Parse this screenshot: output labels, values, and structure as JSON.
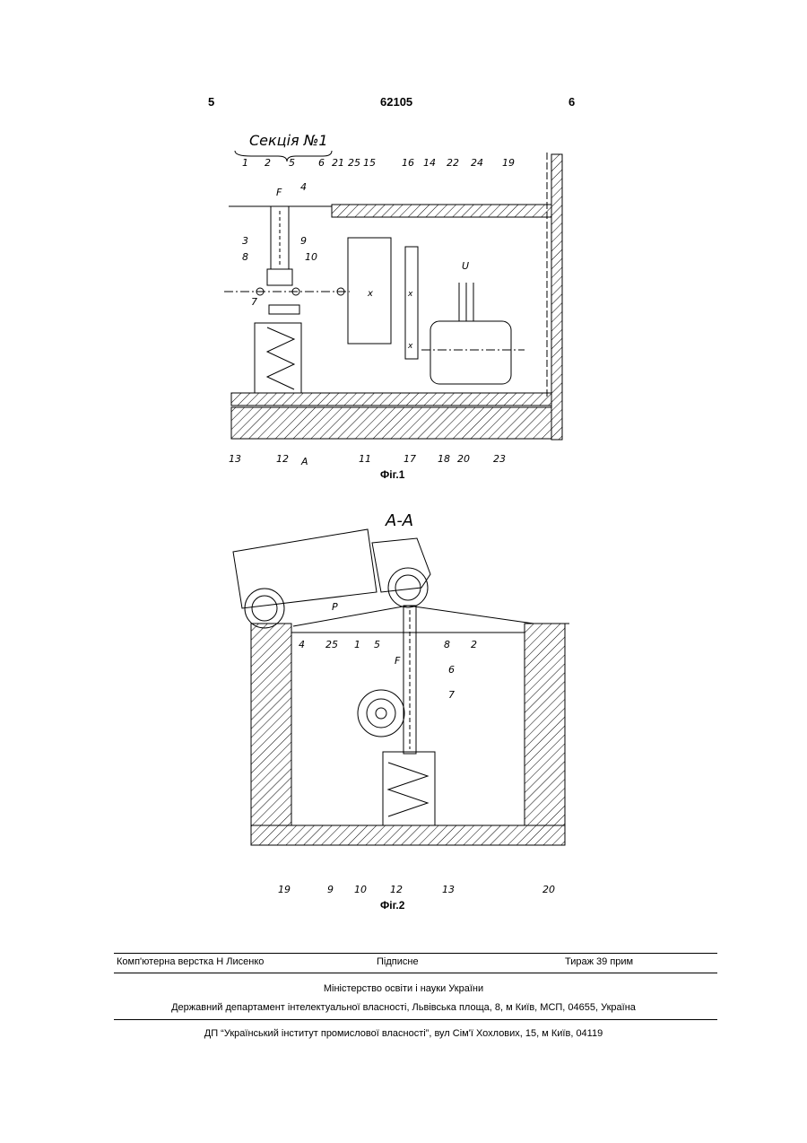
{
  "header": {
    "page_left": "5",
    "patent_number": "62105",
    "page_right": "6"
  },
  "figure1": {
    "title": "Секція №1",
    "caption": "Фіг.1",
    "callouts_top": [
      "1",
      "2",
      "5",
      "6",
      "21",
      "25",
      "15",
      "16",
      "14",
      "22",
      "24",
      "19"
    ],
    "callouts_left": [
      "3",
      "8",
      "7"
    ],
    "callouts_inner": [
      "9",
      "10",
      "F",
      "4",
      "U"
    ],
    "callouts_bottom": [
      "13",
      "12",
      "A",
      "11",
      "17",
      "18",
      "20",
      "23"
    ]
  },
  "figure2": {
    "title": "А-А",
    "caption": "Фіг.2",
    "callouts_top": [
      "4",
      "25",
      "1",
      "5",
      "8",
      "2",
      "P",
      "F",
      "6",
      "7"
    ],
    "callouts_bottom": [
      "19",
      "9",
      "10",
      "12",
      "13",
      "20"
    ]
  },
  "footer": {
    "typesetting": "Комп'ютерна верстка Н  Лисенко",
    "signed": "Підписне",
    "circulation": "Тираж 39 прим",
    "ministry": "Міністерство освіти і науки України",
    "department": "Державний департамент інтелектуальної власності, Львівська площа, 8, м  Київ, МСП, 04655, Україна",
    "institute": "ДП “Український інститут промислової власності”, вул  Сім'ї Хохлових, 15, м  Київ, 04119"
  }
}
